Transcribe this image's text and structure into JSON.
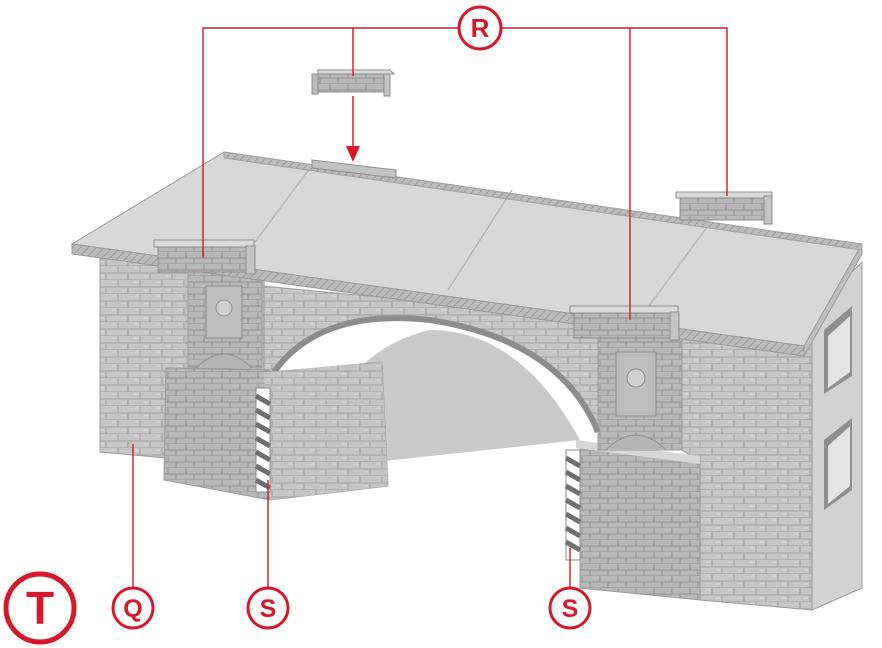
{
  "diagram": {
    "accent_color": "#d6182a",
    "model_color": "#c9c9c9",
    "callouts": {
      "R": "R",
      "T": "T",
      "Q": "Q",
      "S1": "S",
      "S2": "S"
    }
  }
}
